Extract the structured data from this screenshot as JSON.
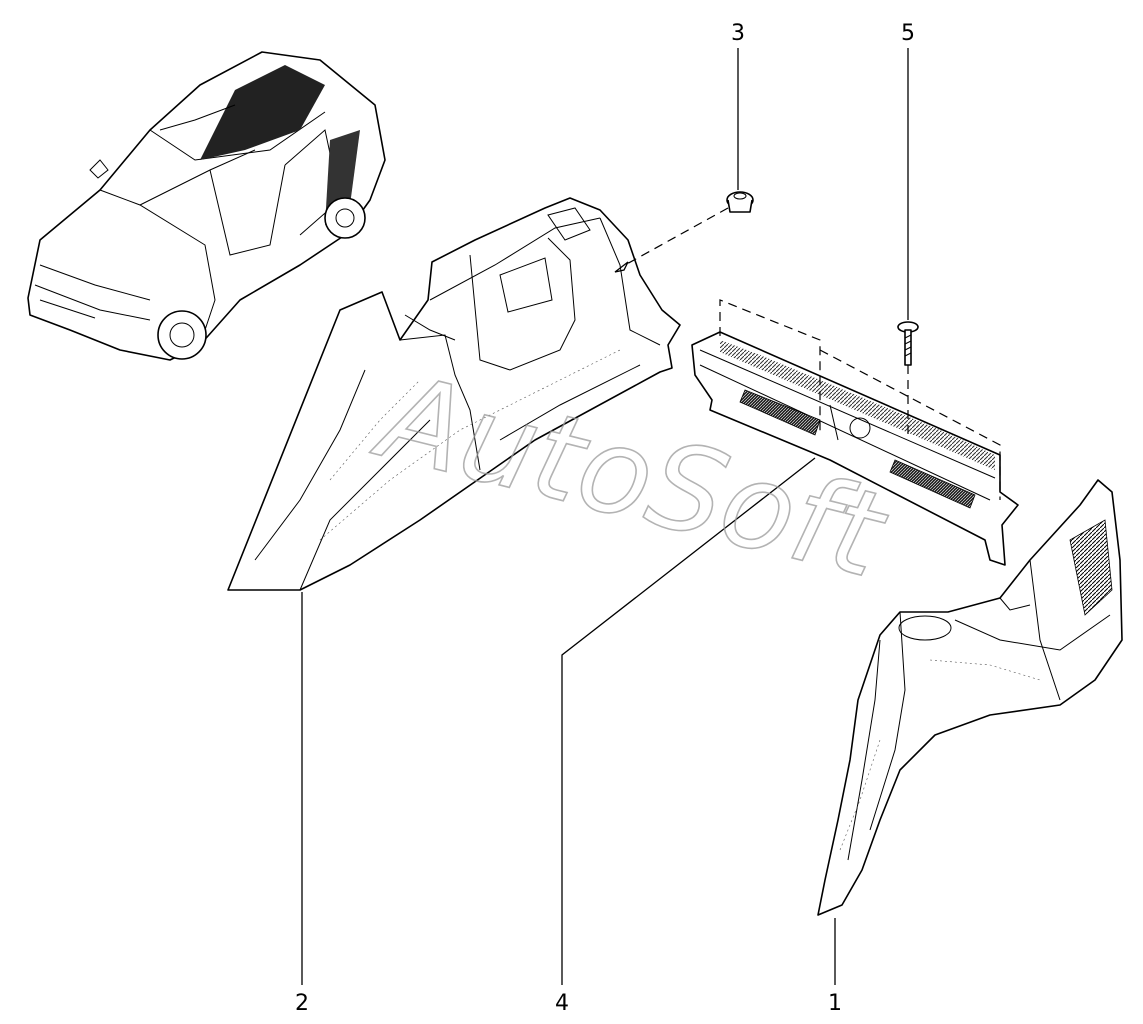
{
  "watermark": "AutoSoft",
  "callouts": {
    "part_1": "1",
    "part_2": "2",
    "part_3": "3",
    "part_4": "4",
    "part_5": "5"
  }
}
